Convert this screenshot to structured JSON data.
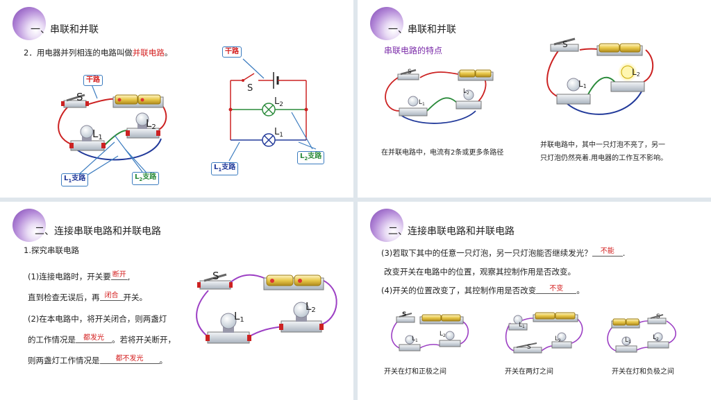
{
  "panel1": {
    "heading": "一、串联和并联",
    "line_prefix": "2．用电器并列相连的电路叫做",
    "line_highlight": "并联电路",
    "line_suffix": "。",
    "tag_main": "干路",
    "tag_branch1": "L",
    "tag_branch1_sub": "1",
    "tag_branch1_tail": "支路",
    "tag_branch2": "L",
    "tag_branch2_sub": "2",
    "tag_branch2_tail": "支路",
    "switch_label": "S",
    "lamp1_label": "L",
    "lamp1_sub": "1",
    "lamp2_label": "L",
    "lamp2_sub": "2",
    "diagram_tag_main": "干路",
    "diagram_switch": "S",
    "diagram_l1": "L",
    "diagram_l1_sub": "1",
    "diagram_l2": "L",
    "diagram_l2_sub": "2"
  },
  "panel2": {
    "heading": "一、串联和并联",
    "subtitle": "串联电路的特点",
    "caption_left": "在并联电路中，电流有2条或更多条路径",
    "caption_right_1": "并联电路中，其中一只灯泡不亮了，另一",
    "caption_right_2": "只灯泡仍然亮着.用电器的工作互不影响。",
    "switch_label": "S",
    "l1": "L",
    "l1_sub": "1",
    "l2": "L",
    "l2_sub": "2"
  },
  "panel3": {
    "heading": "二、连接串联电路和并联电路",
    "sub": "1.探究串联电路",
    "q1_a": "(1)连接电路时，开关要",
    "q1_ans": "断开",
    "q1_b": ",",
    "q1_c": "直到检查无误后，再",
    "q1_ans2": "闭合",
    "q1_d": "开关。",
    "q2_a": "(2)在本电路中，将开关闭合，则两盏灯",
    "q2_b": "的工作情况是",
    "q2_ans": "都发光",
    "q2_c": "。若将开关断开，",
    "q2_d": "则两盏灯工作情况是",
    "q2_ans2": "都不发光",
    "q2_e": "。",
    "switch_label": "S",
    "l1": "L",
    "l1_sub": "1",
    "l2": "L",
    "l2_sub": "2"
  },
  "panel4": {
    "heading": "二、连接串联电路和并联电路",
    "q3_a": "(3)若取下其中的任意一只灯泡，另一只灯泡能否继续发光？",
    "q3_ans": "不能",
    "q3_b": ".",
    "q3_line2": "改变开关在电路中的位置，观察其控制作用是否改变。",
    "q4_a": "(4)开关的位置改变了，其控制作用是否改变",
    "q4_ans": "不变",
    "q4_b": "。",
    "cap1": "开关在灯和正极之间",
    "cap2": "开关在两灯之间",
    "cap3": "开关在灯和负极之间",
    "s": "S",
    "l1": "L",
    "l1_sub": "1",
    "l2": "L",
    "l2_sub": "2"
  }
}
